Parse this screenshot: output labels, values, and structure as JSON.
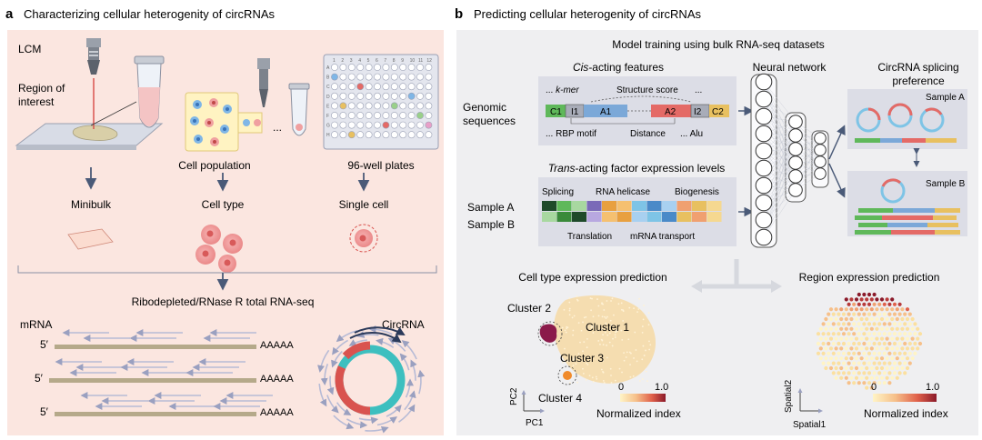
{
  "panel_a": {
    "letter": "a",
    "title": "Characterizing cellular heterogenity of circRNAs",
    "lcm": "LCM",
    "region_line1": "Region of",
    "region_line2": "interest",
    "cell_population": "Cell population",
    "ellipsis": "...",
    "well_plates": "96-well plates",
    "plate_cols": [
      "1",
      "2",
      "3",
      "4",
      "5",
      "6",
      "7",
      "8",
      "9",
      "10",
      "11",
      "12"
    ],
    "plate_rows": [
      "A",
      "B",
      "C",
      "D",
      "E",
      "F",
      "G",
      "H"
    ],
    "minibulk": "Minibulk",
    "cell_type": "Cell type",
    "single_cell": "Single cell",
    "seq_title": "Ribodepleted/RNase R total RNA-seq",
    "mrna": "mRNA",
    "five_prime": "5′",
    "polya": "AAAAA",
    "circrna": "CircRNA"
  },
  "panel_b": {
    "letter": "b",
    "title": "Predicting cellular heterogenity of circRNAs",
    "model_training": "Model training using bulk RNA-seq datasets",
    "cis_title_italic": "Cis",
    "cis_title_rest": "-acting features",
    "genomic_line1": "Genomic",
    "genomic_line2": "sequences",
    "kmer_prefix": "...",
    "kmer": "k-mer",
    "structure_score": "Structure score",
    "dots": "...",
    "seg_c1": "C1",
    "seg_i1": "I1",
    "seg_a1": "A1",
    "seg_a2": "A2",
    "seg_i2": "I2",
    "seg_c2": "C2",
    "rbp_motif": "RBP motif",
    "distance": "Distance",
    "alu": "Alu",
    "trans_title_italic": "Trans",
    "trans_title_rest": "-acting factor expression levels",
    "sample_a": "Sample A",
    "sample_b": "Sample B",
    "splicing": "Splicing",
    "rna_helicase": "RNA helicase",
    "biogenesis": "Biogenesis",
    "translation": "Translation",
    "mrna_transport": "mRNA transport",
    "neural_network": "Neural network",
    "pref_line1": "CircRNA splicing",
    "pref_line2": "preference",
    "cell_type_pred": "Cell type expression prediction",
    "region_pred": "Region expression prediction",
    "cluster1": "Cluster 1",
    "cluster2": "Cluster 2",
    "cluster3": "Cluster 3",
    "cluster4": "Cluster 4",
    "pc1": "PC1",
    "pc2": "PC2",
    "spatial1": "Spatial1",
    "spatial2": "Spatial2",
    "scale_min": "0",
    "scale_max": "1.0",
    "normalized_index": "Normalized index"
  },
  "colors": {
    "panel_a_bg": "#fbe6e0",
    "panel_b_bg": "#efeff1",
    "red": "#d9534f",
    "teal": "#3dbfbf",
    "arrow": "#4a5a78",
    "olive": "#b5a98a",
    "lavender": "#b7bbd6",
    "cluster2": "#8b1a4a",
    "cluster1": "#f5ddb0",
    "cluster3": "#f08a2a"
  }
}
